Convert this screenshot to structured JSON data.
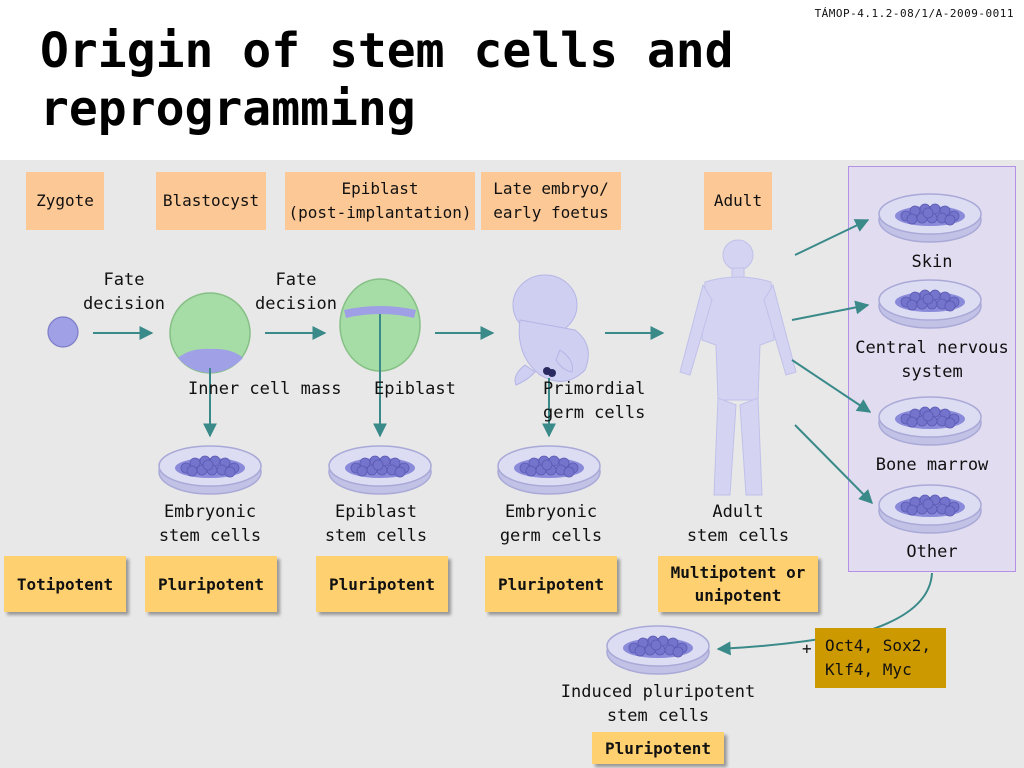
{
  "header": {
    "project_code": "TÁMOP-4.1.2-08/1/A-2009-0011",
    "title_line1": "Origin of stem cells and",
    "title_line2": "reprogramming"
  },
  "stages": {
    "zygote": "Zygote",
    "blastocyst": "Blastocyst",
    "epiblast_l1": "Epiblast",
    "epiblast_l2": "(post-implantation)",
    "late_l1": "Late embryo/",
    "late_l2": "early foetus",
    "adult": "Adult"
  },
  "labels": {
    "fate_decision_1_l1": "Fate",
    "fate_decision_1_l2": "decision",
    "fate_decision_2_l1": "Fate",
    "fate_decision_2_l2": "decision",
    "inner_cell_mass": "Inner cell mass",
    "epiblast": "Epiblast",
    "primordial_l1": "Primordial",
    "primordial_l2": "germ cells"
  },
  "cell_types": {
    "esc_l1": "Embryonic",
    "esc_l2": "stem cells",
    "epi_l1": "Epiblast",
    "epi_l2": "stem cells",
    "egc_l1": "Embryonic",
    "egc_l2": "germ cells",
    "adult_l1": "Adult",
    "adult_l2": "stem cells",
    "ips_l1": "Induced pluripotent",
    "ips_l2": "stem cells"
  },
  "potency": {
    "totipotent": "Totipotent",
    "pluripotent_1": "Pluripotent",
    "pluripotent_2": "Pluripotent",
    "pluripotent_3": "Pluripotent",
    "multipotent_l1": "Multipotent or",
    "multipotent_l2": "unipotent",
    "pluripotent_ips": "Pluripotent"
  },
  "adult_tissues": {
    "skin": "Skin",
    "cns_l1": "Central nervous",
    "cns_l2": "system",
    "bone_marrow": "Bone marrow",
    "other": "Other"
  },
  "reprogramming": {
    "plus": "+",
    "factors_l1": "Oct4, Sox2,",
    "factors_l2": "Klf4, Myc"
  },
  "colors": {
    "stage_box": "#fcc896",
    "potency_box": "#fed070",
    "factor_box": "#cc9900",
    "arrow": "#3b8a8a",
    "cell_purple": "#a0a0e6",
    "blastocyst_green": "#9fd6a0"
  }
}
